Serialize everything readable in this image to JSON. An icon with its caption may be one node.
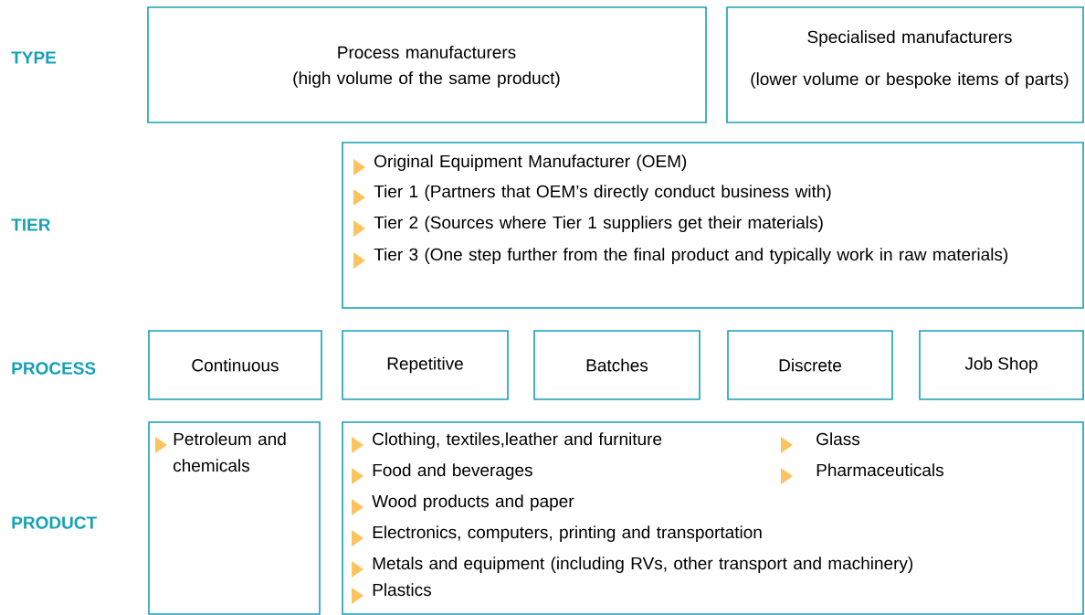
{
  "diagram": {
    "nodes": [
      {
        "text": [
          "Process manufacturers",
          "(high volume of the same product)"
        ]
      },
      {
        "text": [
          "Specialised manufacturers",
          "(lower volume or bespoke items of parts)"
        ]
      },
      {
        "text": [
          "Original Equipment Manufacturer (OEM)",
          "Tier 1 (Partners that OEM’s directly conduct business with)",
          "Tier 2 (Sources where Tier 1 suppliers get their materials)",
          "Tier 3 (One step further from the final product and typically work in raw materials)"
        ]
      },
      {
        "text": [
          "Continuous"
        ]
      },
      {
        "text": [
          "Repetitive"
        ]
      },
      {
        "text": [
          "Batches"
        ]
      },
      {
        "text": [
          "Discrete"
        ]
      },
      {
        "text": [
          "Job Shop"
        ]
      },
      {
        "text": [
          "Petroleum and chemicals"
        ]
      },
      {
        "text": [
          "Clothing, textiles,leather and furniture",
          "Food and beverages",
          "Wood products and paper",
          "Electronics, computers, printing and transportation",
          "Metals and equipment (including RVs, other transport and machinery)",
          "Plastics",
          "Glass",
          "Pharmaceuticals"
        ]
      }
    ],
    "labels": [
      "TYPE",
      "TIER",
      "PROCESS",
      "PRODUCT"
    ]
  }
}
